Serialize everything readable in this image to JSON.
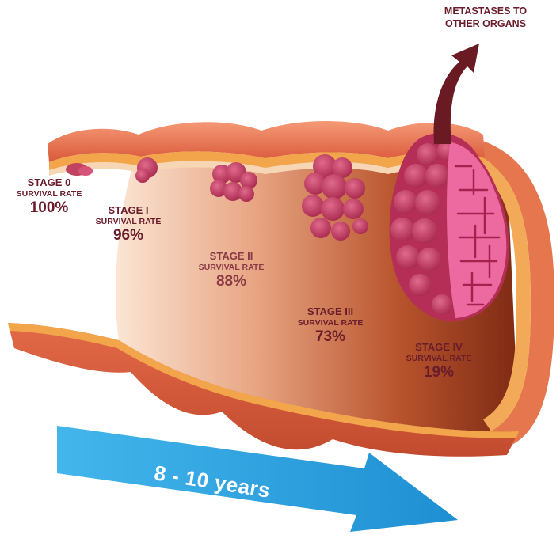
{
  "metastases": {
    "line1": "METASTASES TO",
    "line2": "OTHER ORGANS"
  },
  "stages": [
    {
      "stage": "STAGE 0",
      "label": "SURVIVAL RATE",
      "rate": "100%"
    },
    {
      "stage": "STAGE I",
      "label": "SURVIVAL RATE",
      "rate": "96%"
    },
    {
      "stage": "STAGE II",
      "label": "SURVIVAL RATE",
      "rate": "88%"
    },
    {
      "stage": "STAGE III",
      "label": "SURVIVAL RATE",
      "rate": "73%"
    },
    {
      "stage": "STAGE IV",
      "label": "SURVIVAL RATE",
      "rate": "19%"
    }
  ],
  "timeline": {
    "label": "8 - 10 years"
  },
  "colors": {
    "arrow_blue": "#2ea0dc",
    "metastasis_arrow": "#6a1a22",
    "tube_outer": "#e4704a",
    "tissue_layer": "#f2a54a",
    "tumor": "#c13a64",
    "tumor_cut": "#ec6aa0",
    "label_text": "#6a1c2a"
  }
}
